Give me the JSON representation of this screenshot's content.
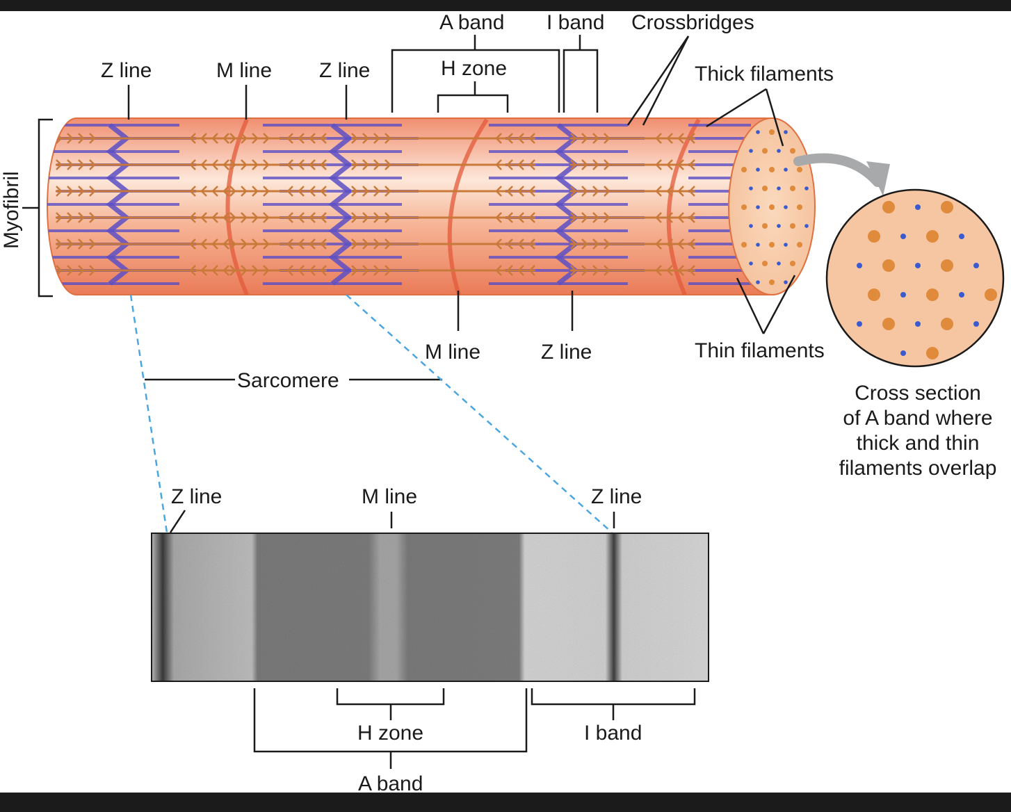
{
  "labels": {
    "a_band_top": "A band",
    "i_band_top": "I band",
    "crossbridges": "Crossbridges",
    "z_line_1": "Z line",
    "m_line_1": "M line",
    "z_line_2": "Z line",
    "h_zone_top": "H zone",
    "thick_filaments": "Thick filaments",
    "myofibril": "Myofibril",
    "m_line_2": "M line",
    "z_line_3": "Z line",
    "thin_filaments": "Thin filaments",
    "sarcomere": "Sarcomere",
    "z_line_micro_left": "Z line",
    "m_line_micro": "M line",
    "z_line_micro_right": "Z line",
    "h_zone_bottom": "H zone",
    "i_band_bottom": "I band",
    "a_band_bottom": "A band"
  },
  "cross_section_caption": [
    "Cross section",
    "of A band where",
    "thick and thin",
    "filaments overlap"
  ],
  "colors": {
    "background": "#ffffff",
    "frame": "#1b1b1b",
    "myofibril_fill": "#f2a888",
    "myofibril_edge": "#e07040",
    "thin_filament": "#5c4fc6",
    "thick_filament": "#c97a3a",
    "z_disc_band": "#e85a3a",
    "end_cap": "#f7c9a3",
    "leader_dashed": "#4aa6e0",
    "arrow": "#a7a9ab",
    "thick_dot": "#e08a3c",
    "thin_dot": "#3a5ad0"
  }
}
